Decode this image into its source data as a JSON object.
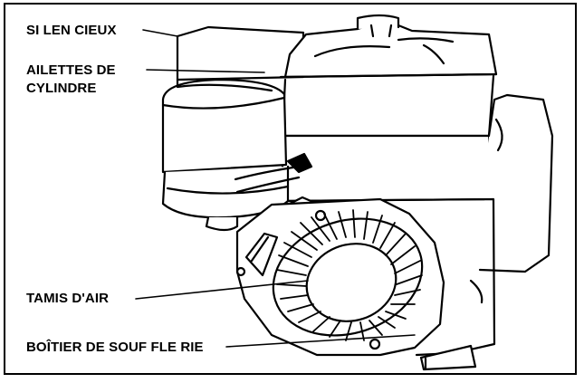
{
  "labels": {
    "muffler": "SI LEN CIEUX",
    "fins_line1": "AILETTES DE",
    "fins_line2": "CYLINDRE",
    "screen": "TAMIS D'AIR",
    "housing": "BOÎTIER DE SOUF FLE RIE"
  },
  "colors": {
    "ink": "#000000",
    "paper": "#ffffff",
    "grey": "#999999"
  }
}
